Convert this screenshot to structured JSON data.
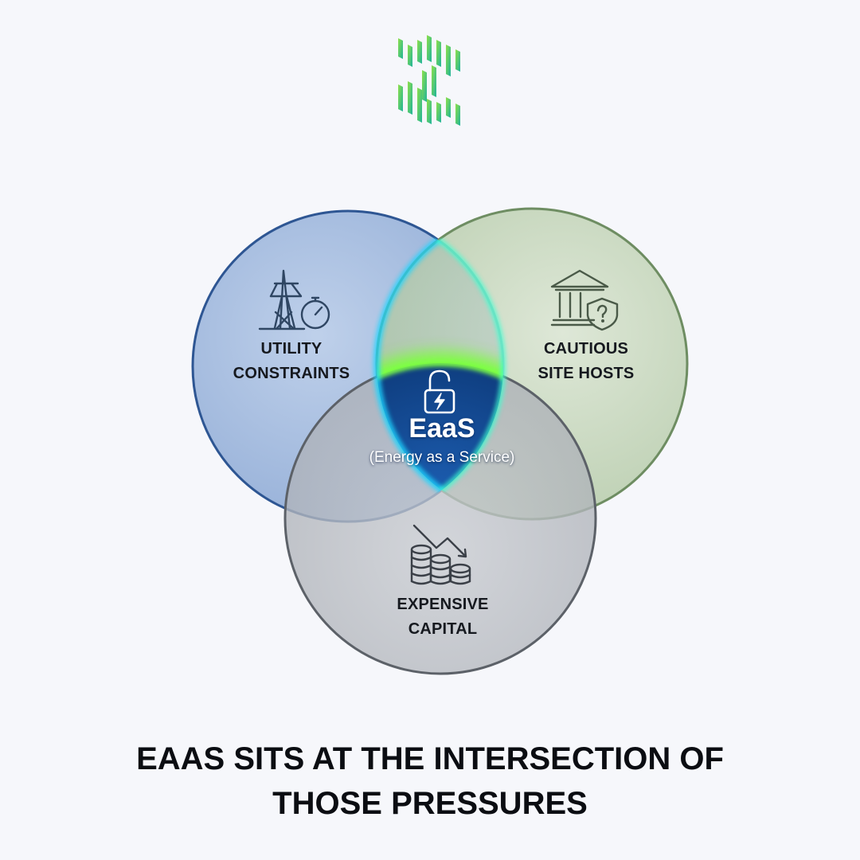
{
  "logo": {
    "icon": "z-logo-icon",
    "colors": [
      "#7bd35a",
      "#2bb8a0"
    ]
  },
  "circles": {
    "utility": {
      "icon": "transmission-tower-stopwatch-icon",
      "line1": "UTILITY",
      "line2": "CONSTRAINTS",
      "color": "#7f9fce"
    },
    "cautious": {
      "icon": "bank-shield-question-icon",
      "line1": "CAUTIOUS",
      "line2": "SITE HOSTS",
      "color": "#a9c29a"
    },
    "capital": {
      "icon": "coins-down-trend-icon",
      "line1": "EXPENSIVE",
      "line2": "CAPITAL",
      "color": "#a6abb3"
    }
  },
  "center": {
    "icon": "unlocked-padlock-lightning-icon",
    "title": "EaaS",
    "subtitle": "(Energy as a Service)",
    "glow_colors": [
      "#7cff3a",
      "#18d6ff"
    ],
    "fill_color": "#0c3f8a"
  },
  "headline": {
    "line1": "EAAS SITS AT THE INTERSECTION OF",
    "line2": "THOSE PRESSURES"
  }
}
